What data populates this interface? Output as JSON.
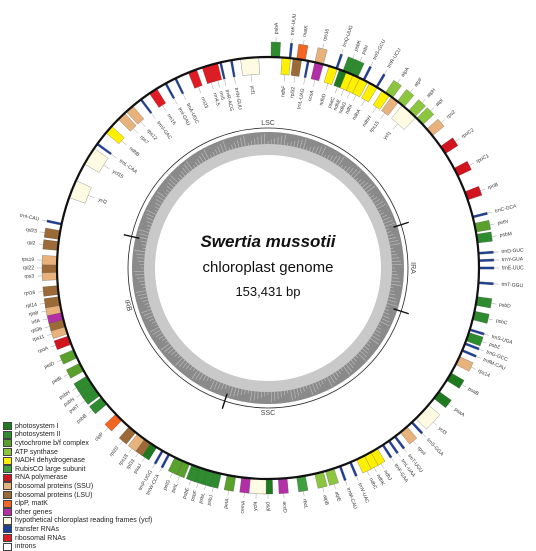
{
  "center": {
    "title": "Swertia mussotii",
    "subtitle": "chloroplast genome",
    "size": "153,431 bp"
  },
  "regions": [
    "LSC",
    "IRA",
    "SSC",
    "IRB"
  ],
  "legend": [
    {
      "label": "photosystem I",
      "color": "#1f7a1f"
    },
    {
      "label": "photosystem II",
      "color": "#2e8b2e"
    },
    {
      "label": "cytochrome b/f complex",
      "color": "#5aa02c"
    },
    {
      "label": "ATP synthase",
      "color": "#8cc63e"
    },
    {
      "label": "NADH dehydrogenase",
      "color": "#ffef00"
    },
    {
      "label": "RubisCO large subunit",
      "color": "#40a040"
    },
    {
      "label": "RNA polymerase",
      "color": "#d2141e"
    },
    {
      "label": "ribosomal proteins (SSU)",
      "color": "#e8b27c"
    },
    {
      "label": "ribosomal proteins (LSU)",
      "color": "#9c6a36"
    },
    {
      "label": "clpP, matK",
      "color": "#f26522"
    },
    {
      "label": "other genes",
      "color": "#b22fa6"
    },
    {
      "label": "hypothetical chloroplast reading frames (ycf)",
      "color": "#fffbe3"
    },
    {
      "label": "transfer RNAs",
      "color": "#1d3f9a"
    },
    {
      "label": "ribosomal RNAs",
      "color": "#e01b24"
    },
    {
      "label": "introns",
      "color": "#ffffff"
    }
  ],
  "genes": [
    {
      "name": "psbA",
      "angle": 2,
      "cat": 1,
      "out": true
    },
    {
      "name": "trnK-UUU",
      "angle": 6,
      "cat": 12,
      "out": true
    },
    {
      "name": "matK",
      "angle": 9,
      "cat": 9,
      "out": true
    },
    {
      "name": "rps16",
      "angle": 14,
      "cat": 7,
      "out": true
    },
    {
      "name": "trnQ-UUG",
      "angle": 19,
      "cat": 12,
      "out": true
    },
    {
      "name": "psbK",
      "angle": 22,
      "cat": 1,
      "out": true
    },
    {
      "name": "psbI",
      "angle": 24,
      "cat": 1,
      "out": true
    },
    {
      "name": "trnS-GCU",
      "angle": 27,
      "cat": 12,
      "out": true
    },
    {
      "name": "trnR-UCU",
      "angle": 31,
      "cat": 12,
      "out": true
    },
    {
      "name": "atpA",
      "angle": 35,
      "cat": 3,
      "out": true
    },
    {
      "name": "atpF",
      "angle": 39,
      "cat": 3,
      "out": true
    },
    {
      "name": "atpH",
      "angle": 43,
      "cat": 3,
      "out": true
    },
    {
      "name": "atpI",
      "angle": 46,
      "cat": 3,
      "out": true
    },
    {
      "name": "rps2",
      "angle": 50,
      "cat": 7,
      "out": true
    },
    {
      "name": "rpoC2",
      "angle": 56,
      "cat": 6,
      "out": true
    },
    {
      "name": "rpoC1",
      "angle": 63,
      "cat": 6,
      "out": true
    },
    {
      "name": "rpoB",
      "angle": 70,
      "cat": 6,
      "out": true
    },
    {
      "name": "trnC-GCA",
      "angle": 76,
      "cat": 12,
      "out": true
    },
    {
      "name": "petN",
      "angle": 79,
      "cat": 2,
      "out": true
    },
    {
      "name": "psbM",
      "angle": 82,
      "cat": 1,
      "out": true
    },
    {
      "name": "trnD-GUC",
      "angle": 86,
      "cat": 12,
      "out": true
    },
    {
      "name": "trnY-GUA",
      "angle": 88,
      "cat": 12,
      "out": true
    },
    {
      "name": "trnE-UUC",
      "angle": 90,
      "cat": 12,
      "out": true
    },
    {
      "name": "trnT-GGU",
      "angle": 94,
      "cat": 12,
      "out": true
    },
    {
      "name": "psbD",
      "angle": 99,
      "cat": 1,
      "out": true
    },
    {
      "name": "psbC",
      "angle": 103,
      "cat": 1,
      "out": true
    },
    {
      "name": "trnS-UGA",
      "angle": 107,
      "cat": 12,
      "out": true
    },
    {
      "name": "psbZ",
      "angle": 109,
      "cat": 1,
      "out": true
    },
    {
      "name": "trnG-GCC",
      "angle": 111,
      "cat": 12,
      "out": true
    },
    {
      "name": "trnfM-CAU",
      "angle": 113,
      "cat": 12,
      "out": true
    },
    {
      "name": "rps14",
      "angle": 116,
      "cat": 7,
      "out": true
    },
    {
      "name": "psaB",
      "angle": 121,
      "cat": 0,
      "out": true
    },
    {
      "name": "psaA",
      "angle": 127,
      "cat": 0,
      "out": true
    },
    {
      "name": "ycf3",
      "angle": 133,
      "cat": 11,
      "out": true
    },
    {
      "name": "trnS-GGA",
      "angle": 137,
      "cat": 12,
      "out": true
    },
    {
      "name": "rps4",
      "angle": 140,
      "cat": 7,
      "out": true
    },
    {
      "name": "trnT-UGU",
      "angle": 143,
      "cat": 12,
      "out": true
    },
    {
      "name": "trnL-UAA",
      "angle": 145,
      "cat": 12,
      "out": true
    },
    {
      "name": "trnF-GAA",
      "angle": 147,
      "cat": 12,
      "out": true
    },
    {
      "name": "ndhJ",
      "angle": 150,
      "cat": 4,
      "out": true
    },
    {
      "name": "ndhK",
      "angle": 152,
      "cat": 4,
      "out": true
    },
    {
      "name": "ndhC",
      "angle": 154,
      "cat": 4,
      "out": true
    },
    {
      "name": "trnV-UAC",
      "angle": 157,
      "cat": 12,
      "out": true
    },
    {
      "name": "trnM-CAU",
      "angle": 160,
      "cat": 12,
      "out": true
    },
    {
      "name": "atpE",
      "angle": 163,
      "cat": 3,
      "out": true
    },
    {
      "name": "atpB",
      "angle": 166,
      "cat": 3,
      "out": true
    },
    {
      "name": "rbcL",
      "angle": 171,
      "cat": 5,
      "out": true
    },
    {
      "name": "accD",
      "angle": 176,
      "cat": 10,
      "out": true
    },
    {
      "name": "psaI",
      "angle": 180,
      "cat": 0,
      "out": true
    },
    {
      "name": "ycf4",
      "angle": 183,
      "cat": 11,
      "out": true
    },
    {
      "name": "cemA",
      "angle": 186,
      "cat": 10,
      "out": true
    },
    {
      "name": "petA",
      "angle": 190,
      "cat": 2,
      "out": true
    },
    {
      "name": "psbJ",
      "angle": 194,
      "cat": 1,
      "out": true
    },
    {
      "name": "psbL",
      "angle": 196,
      "cat": 1,
      "out": true
    },
    {
      "name": "psbF",
      "angle": 198,
      "cat": 1,
      "out": true
    },
    {
      "name": "psbE",
      "angle": 200,
      "cat": 1,
      "out": true
    },
    {
      "name": "petL",
      "angle": 203,
      "cat": 2,
      "out": true
    },
    {
      "name": "petG",
      "angle": 205,
      "cat": 2,
      "out": true
    },
    {
      "name": "trnW-CCA",
      "angle": 208,
      "cat": 12,
      "out": true
    },
    {
      "name": "trnP-UGG",
      "angle": 210,
      "cat": 12,
      "out": true
    },
    {
      "name": "psaJ",
      "angle": 213,
      "cat": 0,
      "out": true
    },
    {
      "name": "rpl33",
      "angle": 215,
      "cat": 8,
      "out": true
    },
    {
      "name": "rps18",
      "angle": 217,
      "cat": 7,
      "out": true
    },
    {
      "name": "rpl20",
      "angle": 220,
      "cat": 8,
      "out": true
    },
    {
      "name": "clpP",
      "angle": 225,
      "cat": 9,
      "out": true
    },
    {
      "name": "psbB",
      "angle": 231,
      "cat": 1,
      "out": true
    },
    {
      "name": "psbT",
      "angle": 234,
      "cat": 1,
      "out": true
    },
    {
      "name": "psbN",
      "angle": 236,
      "cat": 1,
      "out": true
    },
    {
      "name": "psbH",
      "angle": 238,
      "cat": 1,
      "out": true
    },
    {
      "name": "petB",
      "angle": 242,
      "cat": 2,
      "out": true
    },
    {
      "name": "petD",
      "angle": 246,
      "cat": 2,
      "out": true
    },
    {
      "name": "rpoA",
      "angle": 250,
      "cat": 6,
      "out": true
    },
    {
      "name": "rps11",
      "angle": 253,
      "cat": 7,
      "out": true
    },
    {
      "name": "rpl36",
      "angle": 255,
      "cat": 8,
      "out": true
    },
    {
      "name": "infA",
      "angle": 257,
      "cat": 10,
      "out": true
    },
    {
      "name": "rps8",
      "angle": 259,
      "cat": 7,
      "out": true
    },
    {
      "name": "rpl14",
      "angle": 261,
      "cat": 8,
      "out": true
    },
    {
      "name": "rpl16",
      "angle": 264,
      "cat": 8,
      "out": true
    },
    {
      "name": "rps3",
      "angle": 268,
      "cat": 7,
      "out": true
    },
    {
      "name": "rpl22",
      "angle": 270,
      "cat": 8,
      "out": true
    },
    {
      "name": "rps19",
      "angle": 272,
      "cat": 7,
      "out": true
    },
    {
      "name": "rpl2",
      "angle": 276,
      "cat": 8,
      "out": true
    },
    {
      "name": "rpl23",
      "angle": 279,
      "cat": 8,
      "out": true
    },
    {
      "name": "trnI-CAU",
      "angle": 282,
      "cat": 12,
      "out": true
    },
    {
      "name": "ycf2",
      "angle": 292,
      "cat": 11,
      "out": false
    },
    {
      "name": "ycf15",
      "angle": 302,
      "cat": 11,
      "out": false
    },
    {
      "name": "trnL-CAA",
      "angle": 306,
      "cat": 12,
      "out": false
    },
    {
      "name": "ndhB",
      "angle": 311,
      "cat": 4,
      "out": false
    },
    {
      "name": "rps7",
      "angle": 316,
      "cat": 7,
      "out": false
    },
    {
      "name": "rps12",
      "angle": 319,
      "cat": 7,
      "out": false
    },
    {
      "name": "trnV-GAC",
      "angle": 323,
      "cat": 12,
      "out": false
    },
    {
      "name": "rrn16",
      "angle": 327,
      "cat": 13,
      "out": false
    },
    {
      "name": "trnI-GAU",
      "angle": 331,
      "cat": 12,
      "out": false
    },
    {
      "name": "trnA-UGC",
      "angle": 334,
      "cat": 12,
      "out": false
    },
    {
      "name": "rrn23",
      "angle": 339,
      "cat": 13,
      "out": false
    },
    {
      "name": "rrn4.5",
      "angle": 343,
      "cat": 13,
      "out": false
    },
    {
      "name": "rrn5",
      "angle": 345,
      "cat": 13,
      "out": false
    },
    {
      "name": "trnR-ACG",
      "angle": 347,
      "cat": 12,
      "out": false
    },
    {
      "name": "trnN-GUU",
      "angle": 350,
      "cat": 12,
      "out": false
    },
    {
      "name": "ycf1",
      "angle": 355,
      "cat": 11,
      "out": false
    },
    {
      "name": "ndhF",
      "angle": 5,
      "cat": 4,
      "out": false
    },
    {
      "name": "rpl32",
      "angle": 8,
      "cat": 8,
      "out": false
    },
    {
      "name": "trnL-UAG",
      "angle": 11,
      "cat": 12,
      "out": false
    },
    {
      "name": "ccsA",
      "angle": 14,
      "cat": 10,
      "out": false
    },
    {
      "name": "ndhD",
      "angle": 18,
      "cat": 4,
      "out": false
    },
    {
      "name": "psaC",
      "angle": 21,
      "cat": 0,
      "out": false
    },
    {
      "name": "ndhE",
      "angle": 23,
      "cat": 4,
      "out": false
    },
    {
      "name": "ndhG",
      "angle": 25,
      "cat": 4,
      "out": false
    },
    {
      "name": "ndhI",
      "angle": 27,
      "cat": 4,
      "out": false
    },
    {
      "name": "ndhA",
      "angle": 30,
      "cat": 4,
      "out": false
    },
    {
      "name": "ndhH",
      "angle": 34,
      "cat": 4,
      "out": false
    },
    {
      "name": "rps15",
      "angle": 37,
      "cat": 7,
      "out": false
    },
    {
      "name": "ycf1",
      "angle": 42,
      "cat": 11,
      "out": false
    }
  ]
}
